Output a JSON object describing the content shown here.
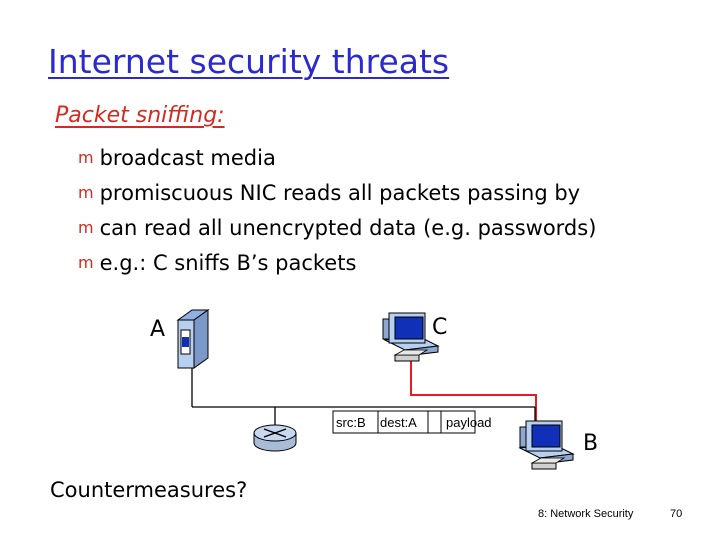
{
  "slide": {
    "title": "Internet security threats",
    "subtitle": "Packet sniffing:",
    "bullet_glyph": "m",
    "bullets": [
      "broadcast media",
      "promiscuous NIC reads all packets passing by",
      "can read all unencrypted data (e.g. passwords)",
      "e.g.: C sniffs B’s packets"
    ],
    "countermeasures": "Countermeasures?",
    "footer": "8: Network Security",
    "page_number": "70"
  },
  "diagram": {
    "host_a_label": "A",
    "host_b_label": "B",
    "host_c_label": "C",
    "packet": {
      "src": "src:B",
      "dest": "dest:A",
      "payload": "payload"
    },
    "colors": {
      "sniff_path": "#e02020",
      "bus": "#000000",
      "host_blue": "#b8d0f0",
      "monitor_screen": "#1030b8"
    }
  }
}
